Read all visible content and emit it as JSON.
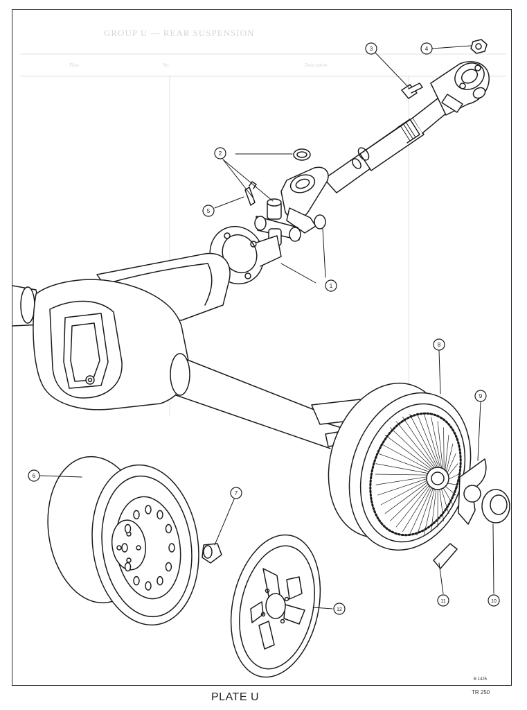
{
  "plate": {
    "title": "PLATE U"
  },
  "refs": {
    "drawing_number": "B 1425",
    "sheet_ref": "TR 250"
  },
  "bleed_through": {
    "title": "GROUP U — REAR SUSPENSION",
    "col_plate": "Plate",
    "col_no": "No.",
    "col_description": "Description"
  },
  "callouts": [
    {
      "number": "1"
    },
    {
      "number": "2"
    },
    {
      "number": "3"
    },
    {
      "number": "4"
    },
    {
      "number": "5"
    },
    {
      "number": "6"
    },
    {
      "number": "7"
    },
    {
      "number": "8"
    },
    {
      "number": "9"
    },
    {
      "number": "10"
    },
    {
      "number": "11"
    },
    {
      "number": "12"
    }
  ],
  "colors": {
    "ink": "#1a1a1a",
    "paper": "#ffffff",
    "bleed": "#d6d6d6"
  }
}
